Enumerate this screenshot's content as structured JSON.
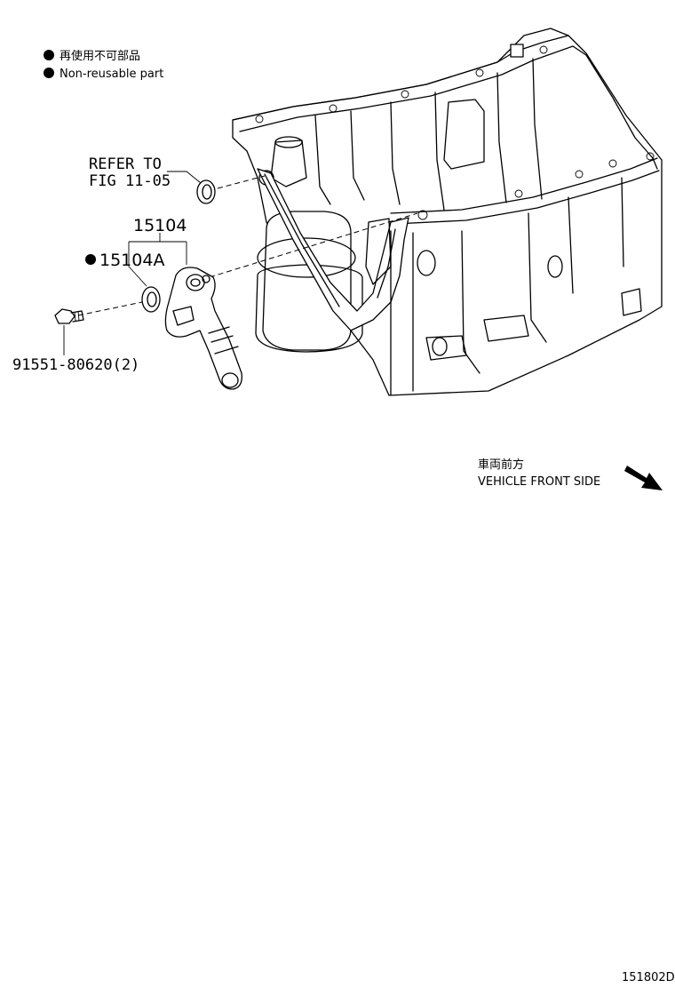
{
  "legend": {
    "items": [
      {
        "symbol": "filled-circle",
        "text": "再使用不可部品"
      },
      {
        "symbol": "filled-circle",
        "text": "Non-reusable part"
      }
    ]
  },
  "callouts": {
    "refer_line1": "REFER TO",
    "refer_line2": "FIG 11-05",
    "part_15104": "15104",
    "part_15104a": "15104A",
    "part_bolt": "91551-80620(2)"
  },
  "direction": {
    "label_jp": "車両前方",
    "label_en": "VEHICLE FRONT SIDE"
  },
  "figure_id": "151802D"
}
